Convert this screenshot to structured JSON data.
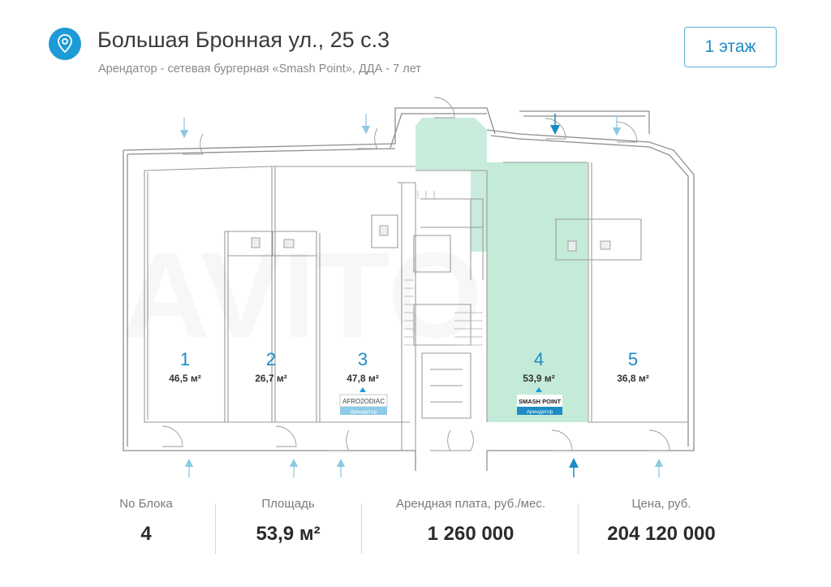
{
  "header": {
    "title": "Большая Бронная ул., 25 с.3",
    "subtitle": "Арендатор - сетевая бургерная «Smash Point», ДДА - 7 лет",
    "floor_label": "1 этаж",
    "pin_icon": "location-pin-icon"
  },
  "plan": {
    "highlight_color": "#c9ecdc",
    "accent_color": "#1d9bd6",
    "units": [
      {
        "number": "1",
        "area": "46,5 м²"
      },
      {
        "number": "2",
        "area": "26,7 м²"
      },
      {
        "number": "3",
        "area": "47,8 м²",
        "tenant_logo": "AFRO2ODIAC",
        "tenant_label": "Арендатор"
      },
      {
        "number": "4",
        "area": "53,9 м²",
        "tenant_logo": "SMASH POINT",
        "tenant_label": "Арендатор"
      },
      {
        "number": "5",
        "area": "36,8 м²"
      }
    ]
  },
  "stats": {
    "block": {
      "label": "No Блока",
      "value": "4"
    },
    "area": {
      "label": "Площадь",
      "value": "53,9 м²"
    },
    "rent": {
      "label": "Арендная плата, руб./мес.",
      "value": "1 260 000"
    },
    "price": {
      "label": "Цена, руб.",
      "value": "204 120 000"
    }
  }
}
